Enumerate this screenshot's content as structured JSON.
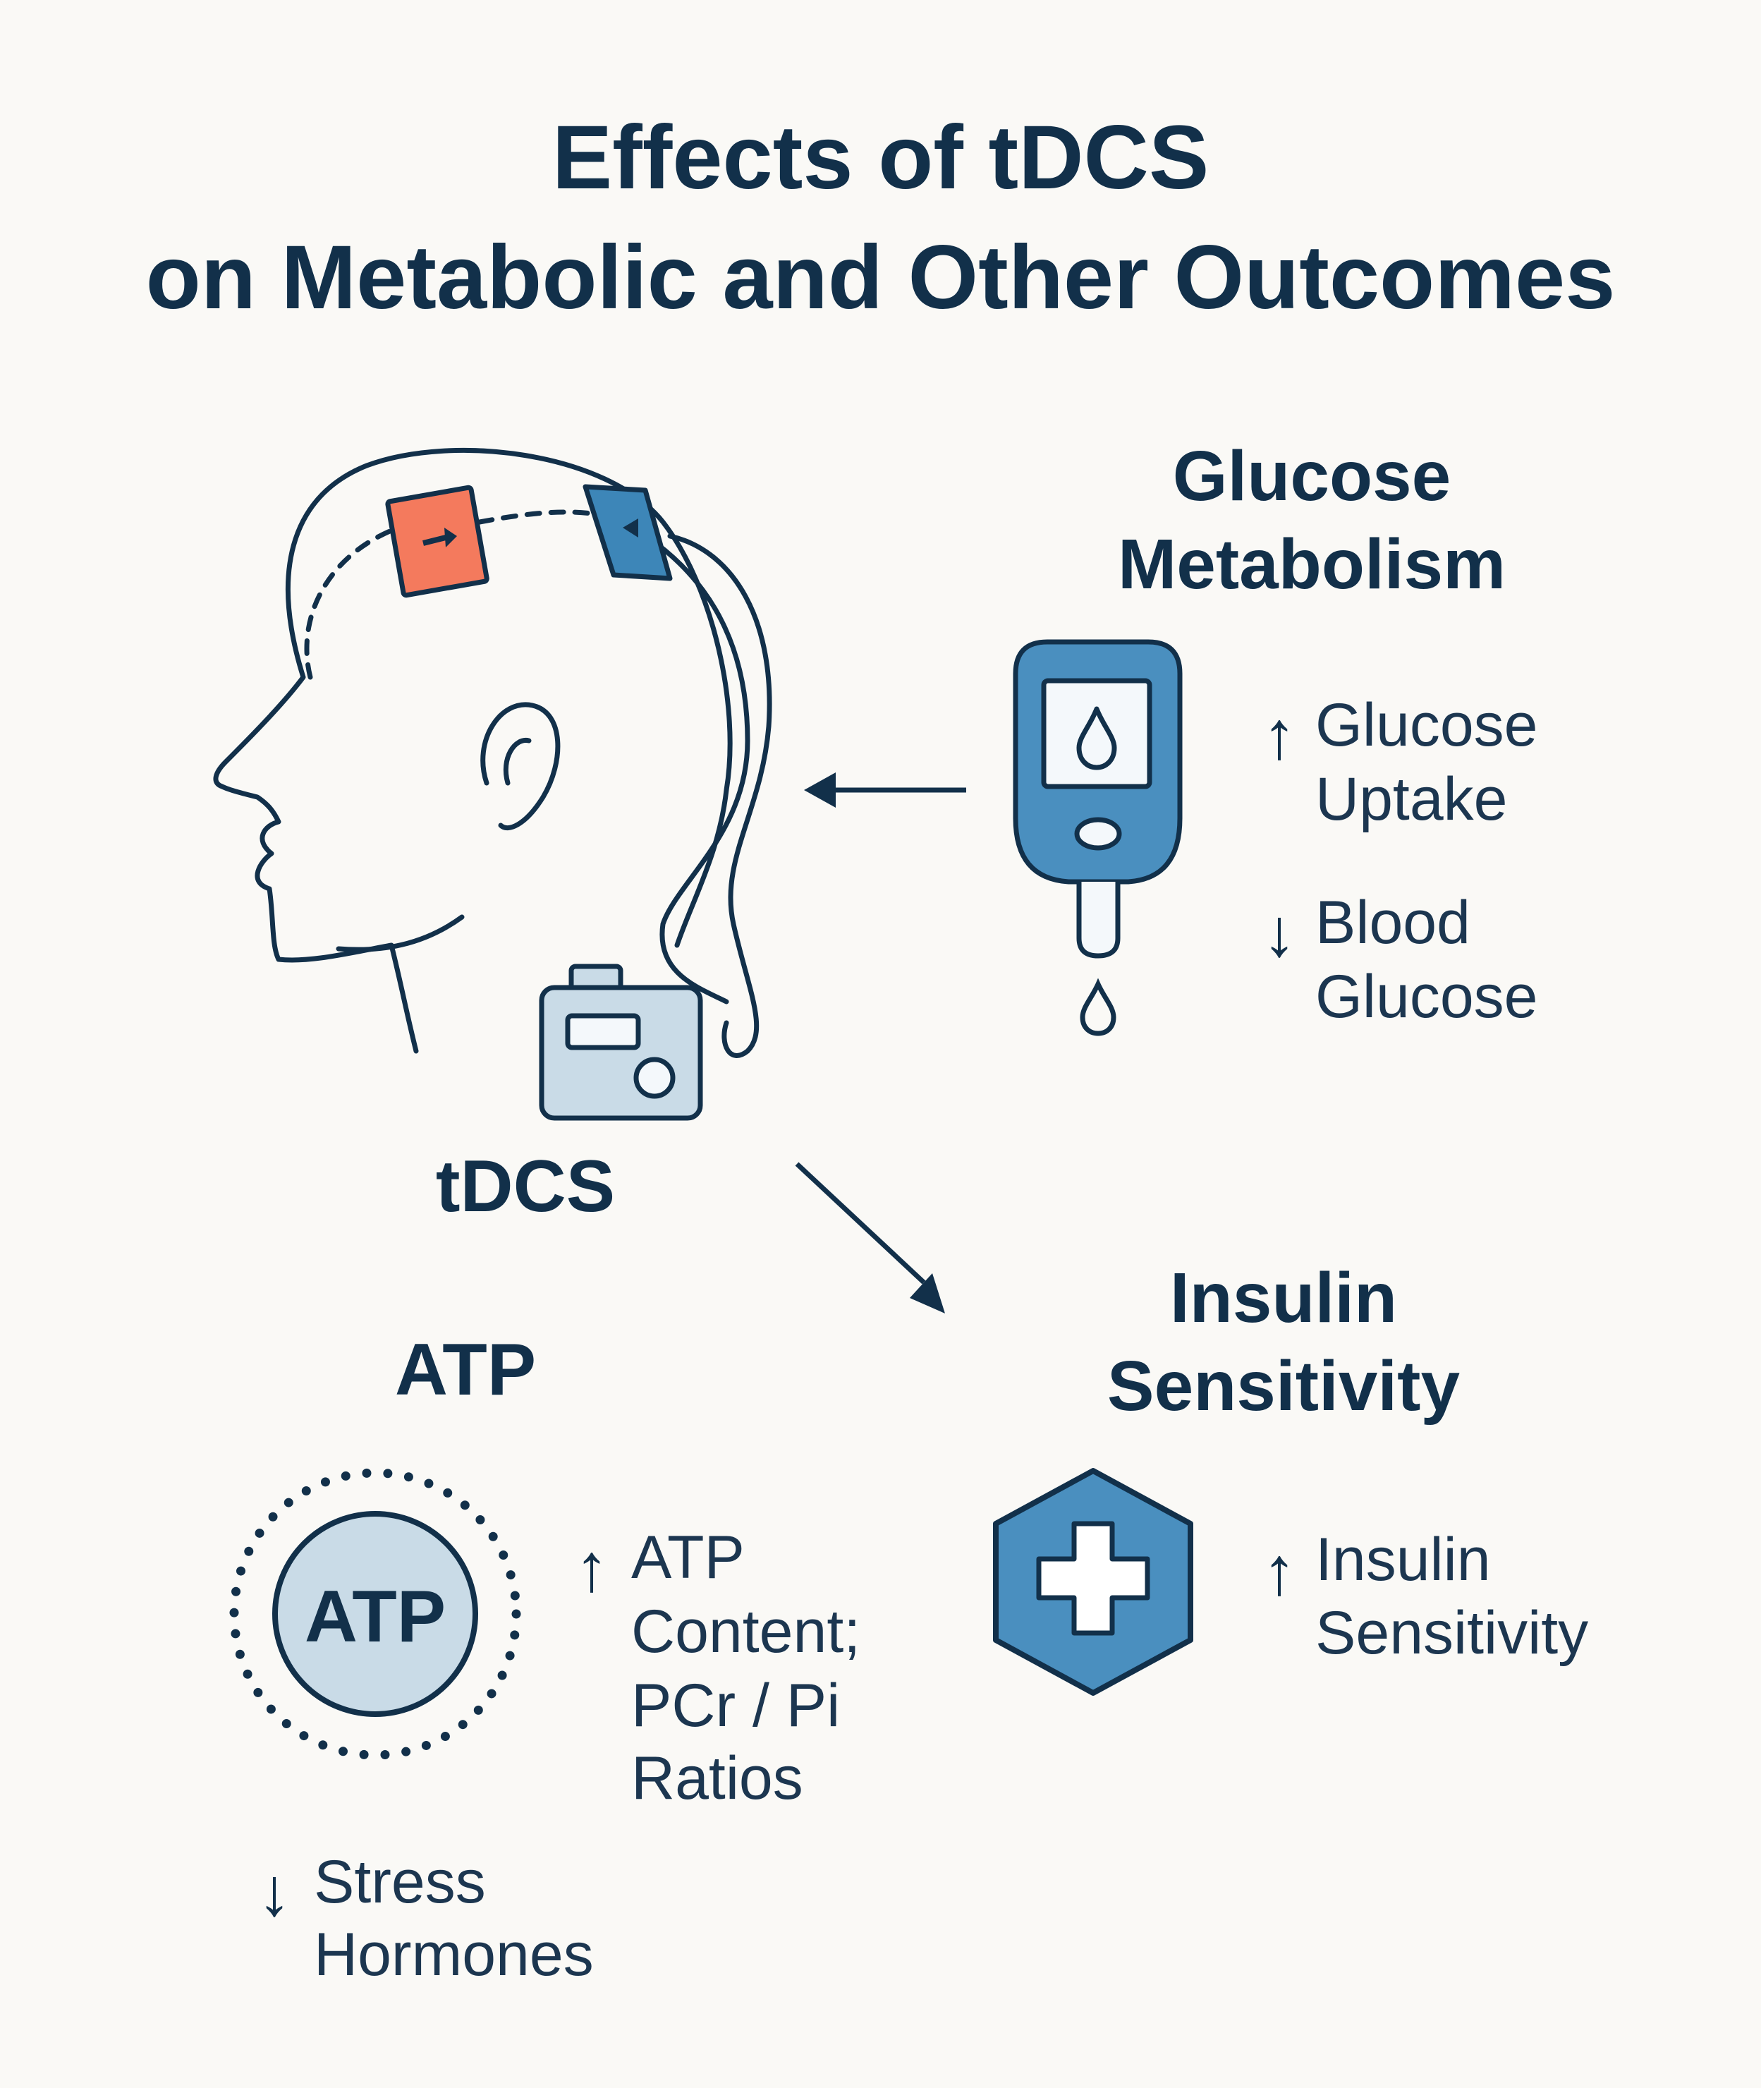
{
  "title": {
    "line1": "Effects of tDCS",
    "line2": "on Metabolic and Other Outcomes"
  },
  "tdcs": {
    "label": "tDCS"
  },
  "glucose": {
    "heading_line1": "Glucose",
    "heading_line2": "Metabolism",
    "item1": {
      "direction": "up",
      "arrow": "↑",
      "line1": "Glucose",
      "line2": "Uptake"
    },
    "item2": {
      "direction": "down",
      "arrow": "↓",
      "line1": "Blood",
      "line2": "Glucose"
    }
  },
  "insulin": {
    "heading_line1": "Insulin",
    "heading_line2": "Sensitivity",
    "item1": {
      "direction": "up",
      "arrow": "↑",
      "line1": "Insulin",
      "line2": "Sensitivity"
    }
  },
  "atp": {
    "heading": "ATP",
    "icon_text": "ATP",
    "item1": {
      "direction": "up",
      "arrow": "↑",
      "line1": "ATP",
      "line2": "Content;",
      "line3": "PCr / Pi",
      "line4": "Ratios"
    },
    "item2": {
      "direction": "down",
      "arrow": "↓",
      "line1": "Stress",
      "line2": "Hormones"
    }
  },
  "colors": {
    "navy": "#12304a",
    "anode_red": "#f47a5d",
    "cathode_blue": "#3d86b8",
    "meter_blue": "#4a8fbf",
    "light_blue": "#c9dbe7",
    "background": "#faf9f6"
  },
  "icons": [
    "head-profile-icon",
    "electrode-anode-icon",
    "electrode-cathode-icon",
    "stimulator-device-icon",
    "glucose-meter-icon",
    "blood-drop-icon",
    "medical-cross-hexagon-icon",
    "atp-molecule-icon"
  ]
}
